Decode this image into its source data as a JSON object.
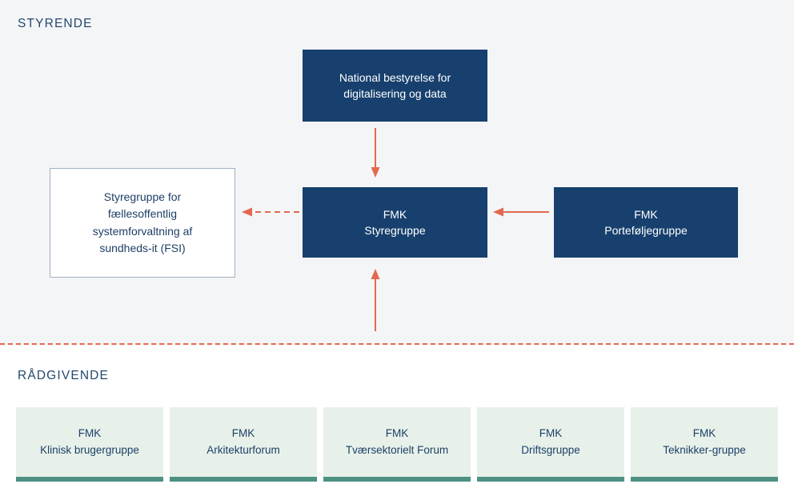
{
  "sections": {
    "governing": {
      "heading": "STYRENDE",
      "background": "#f4f5f7"
    },
    "advisory": {
      "heading": "RÅDGIVENDE",
      "background": "#ffffff"
    }
  },
  "colors": {
    "navy": "#17406e",
    "navy_text": "#1d3f66",
    "arrow": "#e2694f",
    "card_green": "#e7f1ea",
    "card_accent": "#4d9183",
    "white_box_border": "#9fb0c4"
  },
  "nodes": {
    "top": {
      "line1": "National bestyrelse for",
      "line2": "digitalisering og data"
    },
    "left_white": {
      "line1": "Styregruppe for",
      "line2": "fællesoffentlig",
      "line3": "systemforvaltning af",
      "line4": "sundheds-it (FSI)"
    },
    "center": {
      "line1": "FMK",
      "line2": "Styregruppe"
    },
    "right": {
      "line1": "FMK",
      "line2": "Porteføljegruppe"
    }
  },
  "advisory_cards": [
    {
      "line1": "FMK",
      "line2": "Klinisk brugergruppe"
    },
    {
      "line1": "FMK",
      "line2": "Arkitekturforum"
    },
    {
      "line1": "FMK",
      "line2": "Tværsektorielt Forum"
    },
    {
      "line1": "FMK",
      "line2": "Driftsgruppe"
    },
    {
      "line1": "FMK",
      "line2": "Teknikker-gruppe"
    }
  ]
}
